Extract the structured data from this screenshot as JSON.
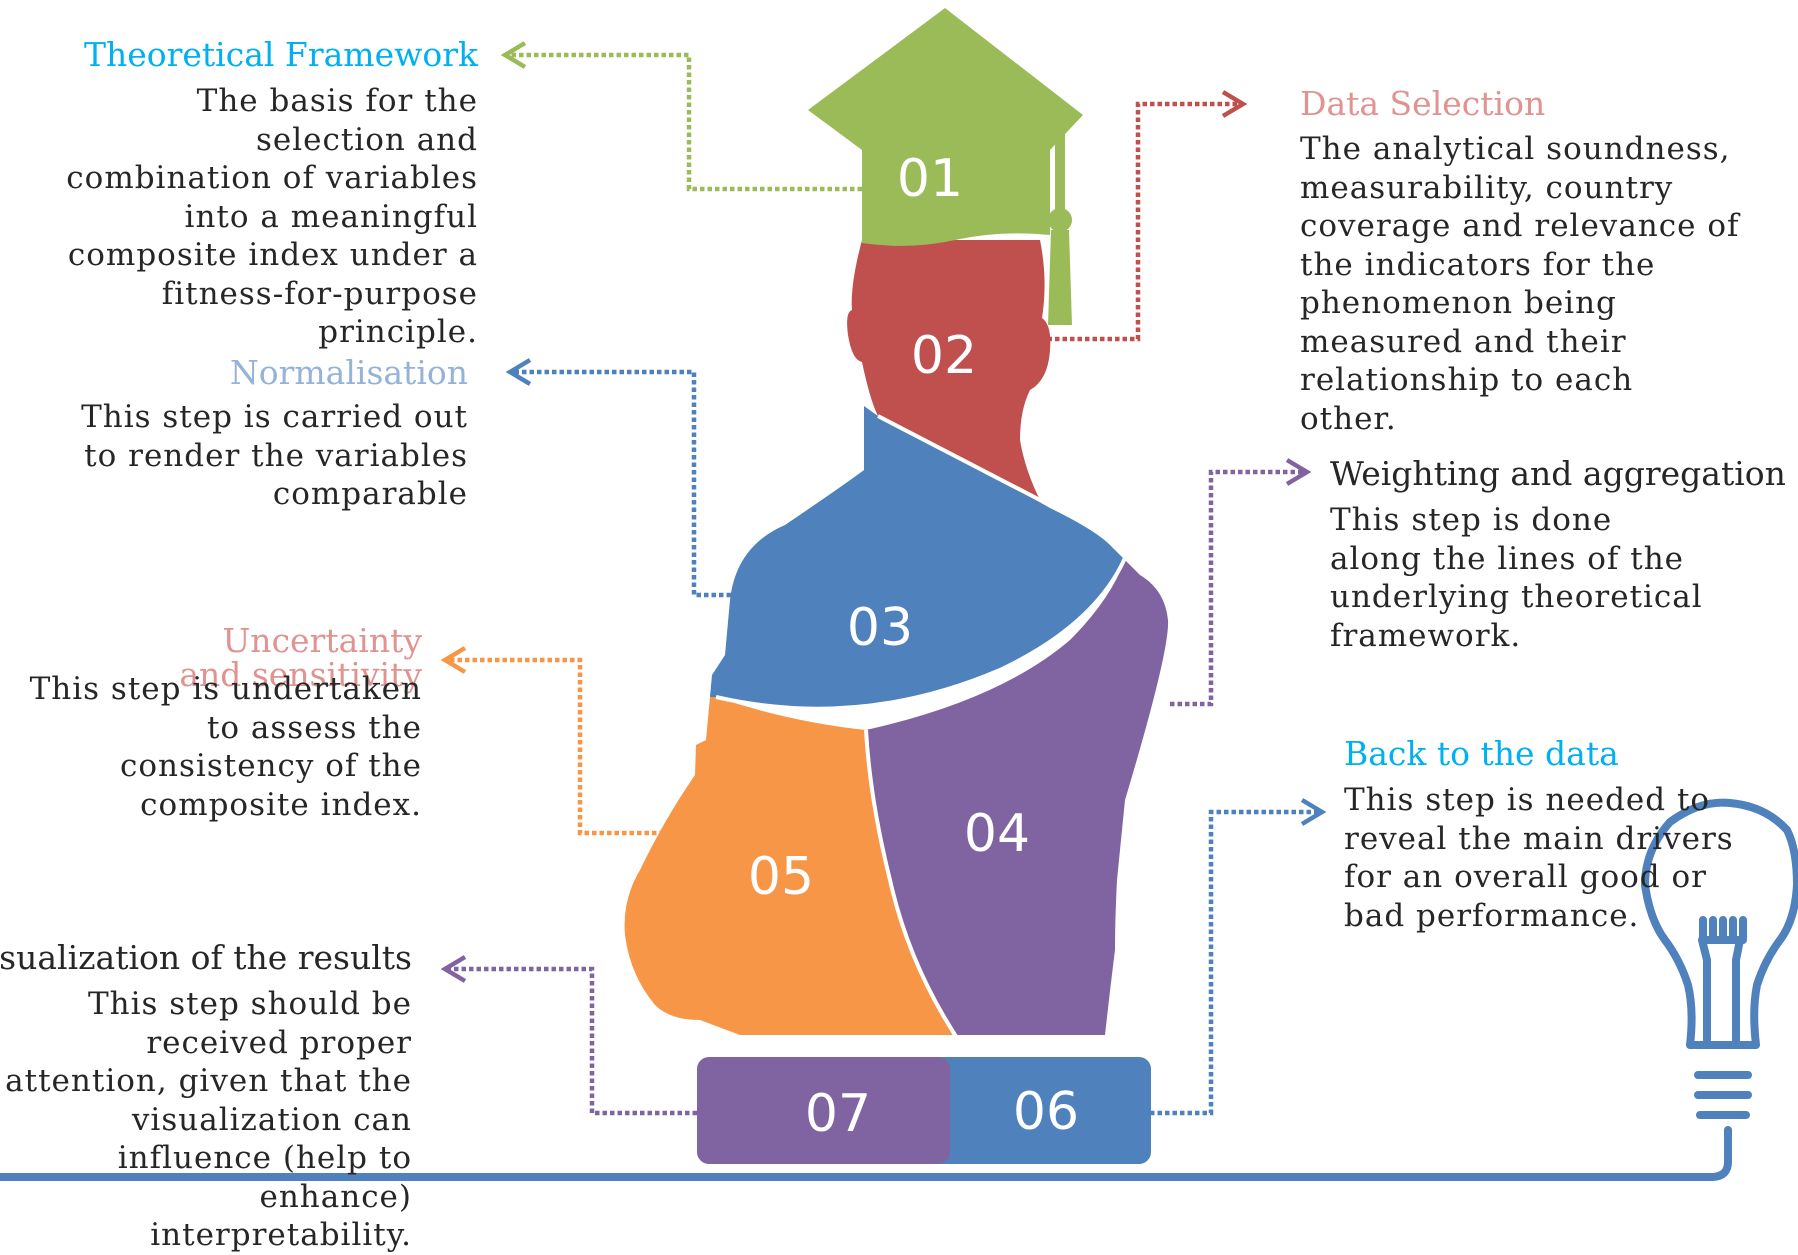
{
  "colors": {
    "green": "#9bbb59",
    "red": "#c0504d",
    "blue": "#4f81bd",
    "purple": "#8064a2",
    "orange": "#f79646",
    "title_cyan": "#00b0f0",
    "title_pink": "#e09391",
    "title_lightblue": "#95b3d7",
    "title_dark": "#262626"
  },
  "icons": {
    "graduation_cap": "graduation-cap-icon",
    "light_bulb": "light-bulb-icon"
  },
  "segments": [
    {
      "num": "01",
      "title": "Theoretical Framework",
      "description": "The basis for the selection and combination of variables into a meaningful composite index under a fitness-for-purpose principle."
    },
    {
      "num": "02",
      "title": "Data Selection",
      "description": "The analytical soundness, measurability, country coverage and relevance of the indicators for the phenomenon being measured and their relationship to each other."
    },
    {
      "num": "03",
      "title": "Normalisation",
      "description": "This step is carried out to render the variables comparable"
    },
    {
      "num": "04",
      "title": "Weighting and aggregation",
      "description": "This step is done along the lines of the underlying theoretical framework."
    },
    {
      "num": "05",
      "title": "Uncertainty and sensitivity",
      "description": "This step is undertaken to assess the consistency of the composite index."
    },
    {
      "num": "06",
      "title": "Back to the data",
      "description": "This step is needed to reveal the main drivers for an overall good or bad performance."
    },
    {
      "num": "07",
      "title": "Visualization of the results",
      "description": "This step should be received proper attention, given that the visualization can influence (help to enhance) interpretability."
    }
  ]
}
